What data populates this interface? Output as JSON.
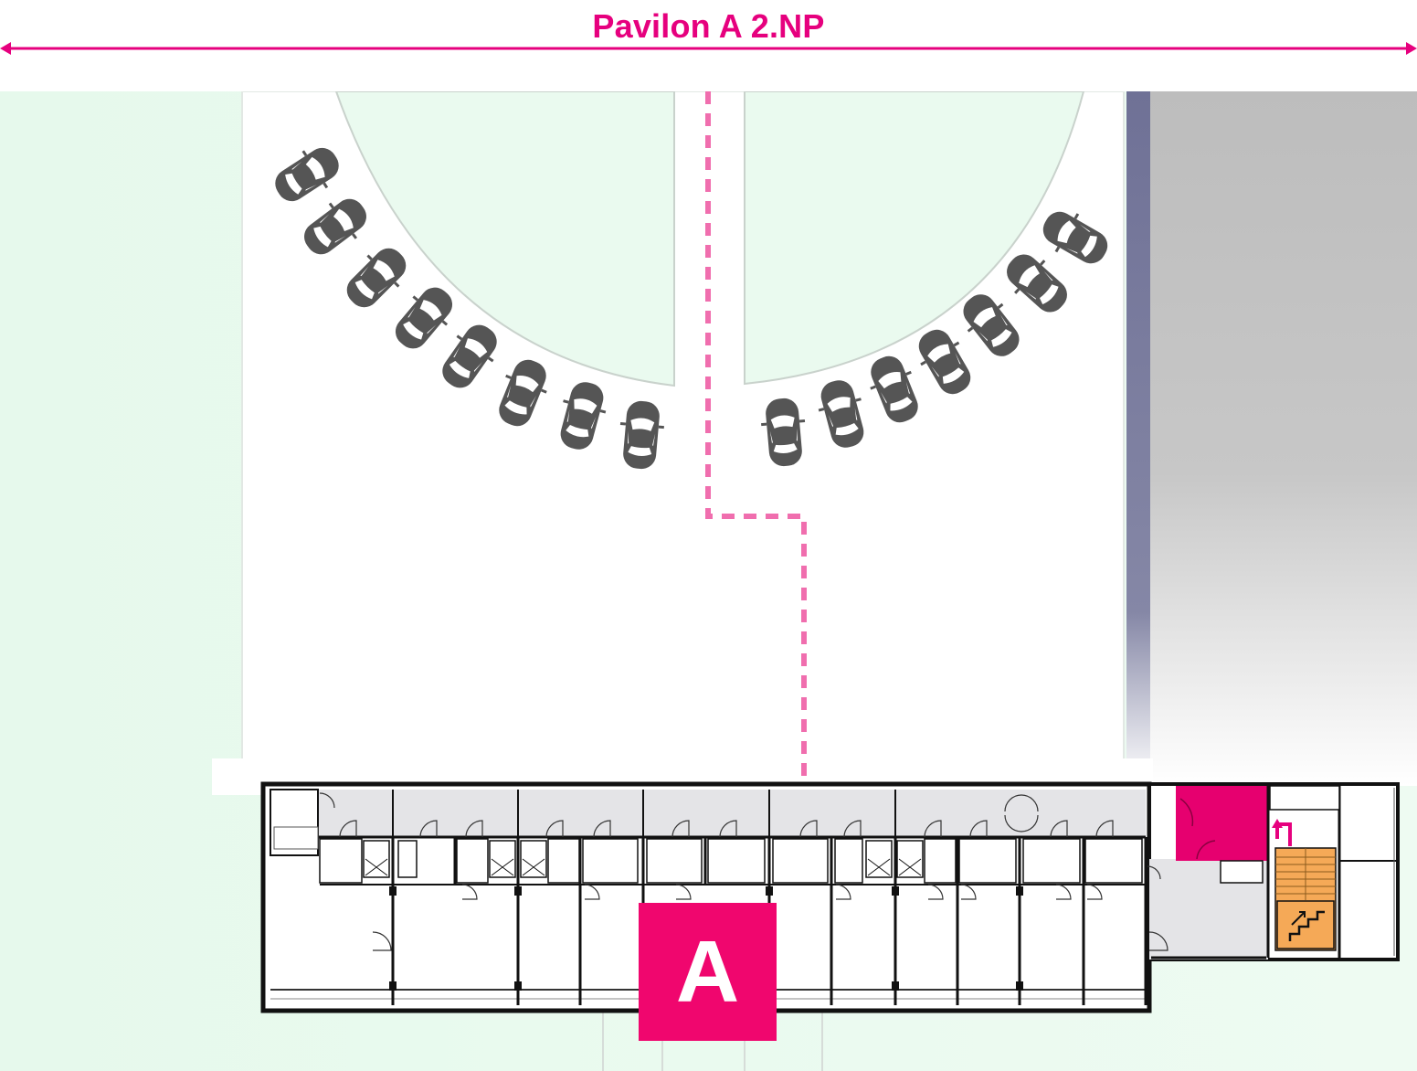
{
  "header": {
    "title": "Pavilon A 2.NP"
  },
  "building": {
    "label": "A"
  },
  "map": {
    "parking_left_count": 8,
    "parking_right_count": 7,
    "colors": {
      "accent": "#e6007e",
      "badge": "#f0066e",
      "grass": "#eafaef",
      "car": "#555555",
      "road_line": "#6f7196",
      "stair": "#f5a957",
      "highlight_room": "#e6006f",
      "corridor": "#e4e4e7"
    }
  }
}
